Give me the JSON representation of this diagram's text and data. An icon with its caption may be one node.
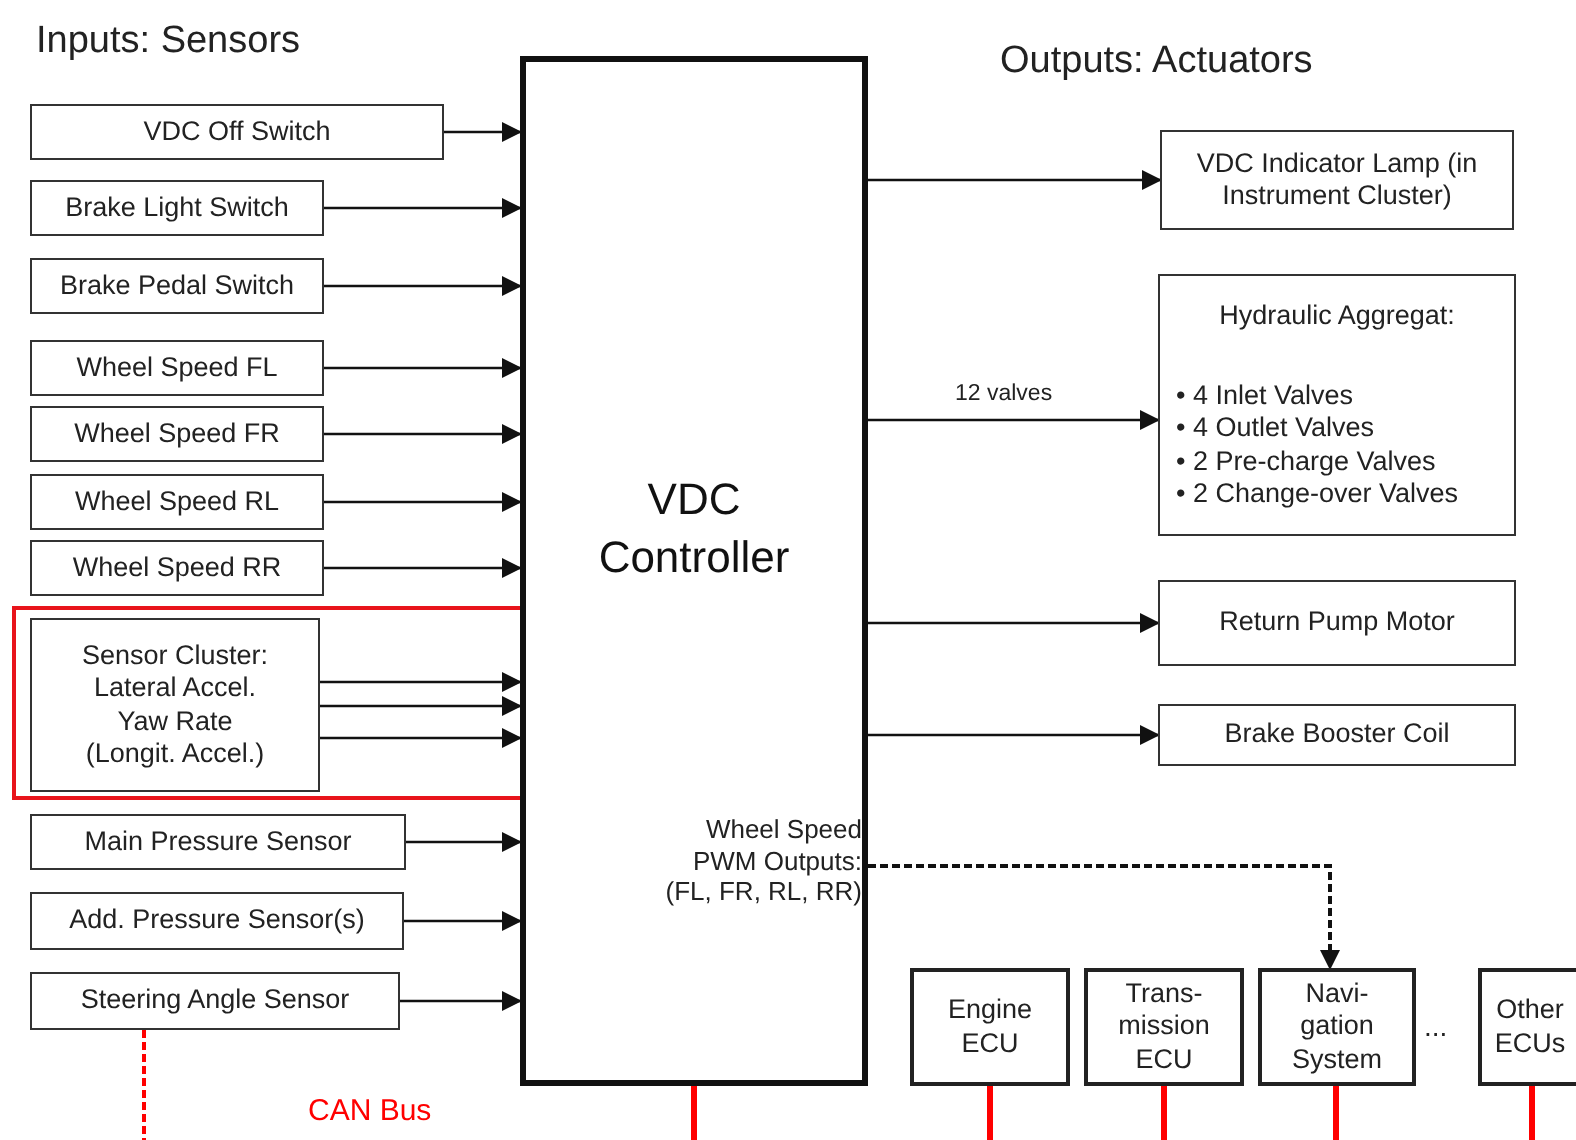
{
  "diagram": {
    "nodes": [
      {
        "text": [
          "VDC Off Switch"
        ]
      },
      {
        "text": [
          "Brake Light Switch"
        ]
      },
      {
        "text": [
          "Brake Pedal Switch"
        ]
      },
      {
        "text": [
          "Wheel Speed FL"
        ]
      },
      {
        "text": [
          "Wheel Speed FR"
        ]
      },
      {
        "text": [
          "Wheel Speed RL"
        ]
      },
      {
        "text": [
          "Wheel Speed RR"
        ]
      },
      {
        "text": [],
        "shape": "box"
      },
      {
        "text": [
          "Sensor Cluster:",
          "Lateral Accel.",
          "Yaw Rate",
          "(Longit. Accel.)"
        ],
        "in": 7
      },
      {
        "text": [
          "Main Pressure Sensor"
        ]
      },
      {
        "text": [
          "Add. Pressure Sensor(s)"
        ]
      },
      {
        "text": [
          "Steering Angle Sensor"
        ]
      },
      {
        "text": [
          "VDC Controller",
          "Wheel Speed PWM Outputs: (FL, FR, RL, RR)"
        ]
      },
      {
        "text": [
          "VDC Indicator Lamp (in Instrument Cluster)"
        ]
      },
      {
        "text": [
          "Hydraulic Aggregat:",
          "• 4 Inlet Valves",
          "• 4 Outlet Valves",
          "• 2 Pre-charge Valves",
          "• 2 Change-over Valves"
        ]
      },
      {
        "text": [
          "Return Pump Motor"
        ]
      },
      {
        "text": [
          "Brake Booster Coil"
        ]
      },
      {
        "text": [
          "Engine ECU"
        ]
      },
      {
        "text": [
          "Trans- mission ECU"
        ]
      },
      {
        "text": [
          "Navi- gation System"
        ]
      },
      {
        "text": [
          "Other ECUs"
        ]
      }
    ],
    "edges": [
      {
        "from": 0,
        "to": 12,
        "arrow": "to"
      },
      {
        "from": 1,
        "to": 12,
        "arrow": "to"
      },
      {
        "from": 2,
        "to": 12,
        "arrow": "to"
      },
      {
        "from": 3,
        "to": 12,
        "arrow": "to"
      },
      {
        "from": 4,
        "to": 12,
        "arrow": "to"
      },
      {
        "from": 5,
        "to": 12,
        "arrow": "to"
      },
      {
        "from": 6,
        "to": 12,
        "arrow": "to"
      },
      {
        "from": 8,
        "to": 12,
        "arrow": "to"
      },
      {
        "from": 8,
        "to": 12,
        "arrow": "to"
      },
      {
        "from": 8,
        "to": 12,
        "arrow": "to"
      },
      {
        "from": 9,
        "to": 12,
        "arrow": "to"
      },
      {
        "from": 10,
        "to": 12,
        "arrow": "to"
      },
      {
        "from": 11,
        "to": 12,
        "arrow": "to"
      },
      {
        "from": 12,
        "to": 13,
        "arrow": "to"
      },
      {
        "from": 12,
        "to": 14,
        "arrow": "to",
        "label": "12 valves"
      },
      {
        "from": 12,
        "to": 15,
        "arrow": "to"
      },
      {
        "from": 12,
        "to": 16,
        "arrow": "to"
      },
      {
        "from": 12,
        "to": 19,
        "arrow": "to",
        "style": "dashed"
      },
      {
        "from": 12,
        "to": null,
        "arrow": "none",
        "style": "thick",
        "color": "#ff0000"
      },
      {
        "from": 17,
        "to": null,
        "arrow": "none",
        "style": "thick",
        "color": "#ff0000"
      },
      {
        "from": 18,
        "to": null,
        "arrow": "none",
        "style": "thick",
        "color": "#ff0000"
      },
      {
        "from": 19,
        "to": null,
        "arrow": "none",
        "style": "thick",
        "color": "#ff0000"
      },
      {
        "from": 20,
        "to": null,
        "arrow": "none",
        "style": "thick",
        "color": "#ff0000"
      },
      {
        "from": 11,
        "to": null,
        "arrow": "none",
        "style": "dashed",
        "color": "#ff0000"
      }
    ],
    "labels": [
      "Inputs: Sensors",
      "Outputs: Actuators",
      "...",
      "CAN Bus"
    ]
  }
}
